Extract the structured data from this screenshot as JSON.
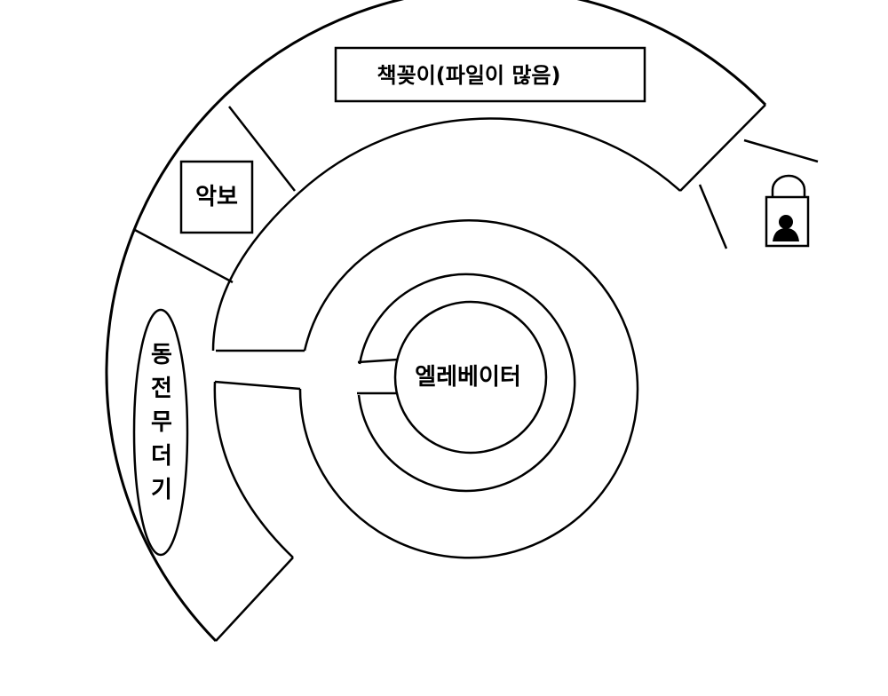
{
  "labels": {
    "bookshelf": "책꽂이(파일이 많음)",
    "sheet_music": "악보",
    "coin_mound": [
      "동",
      "전",
      "무",
      "더",
      "기"
    ],
    "elevator": "엘레베이터"
  },
  "icons": {
    "player": "locked-person-icon"
  },
  "colors": {
    "stroke": "#000000",
    "background": "#ffffff"
  }
}
